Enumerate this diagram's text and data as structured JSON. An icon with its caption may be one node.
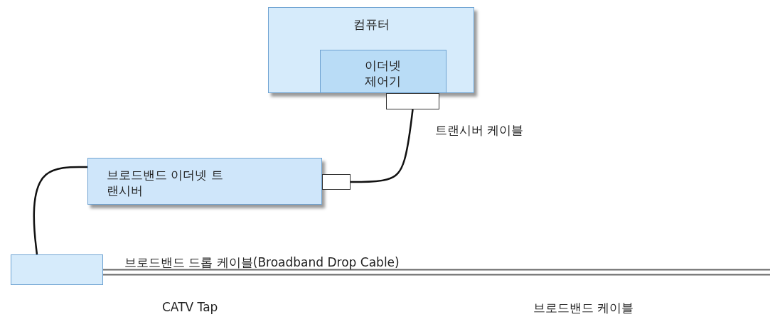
{
  "diagram": {
    "nodes": [
      {
        "text": [
          "컴퓨터"
        ]
      },
      {
        "text": [
          "이더넷 제어기"
        ],
        "in": 0
      },
      {
        "text": [],
        "shape": "box"
      },
      {
        "text": [
          "브로드밴드 이더넷 트랜시버"
        ]
      },
      {
        "text": [],
        "shape": "box"
      },
      {
        "text": [],
        "shape": "box"
      }
    ],
    "edges": [
      {
        "from": 2,
        "to": 4,
        "arrow": "none",
        "label": "트랜시버 케이블"
      },
      {
        "from": 3,
        "to": 5,
        "arrow": "none"
      },
      {
        "from": 5,
        "to": null,
        "arrow": "none",
        "style": "thick"
      }
    ],
    "labels": [
      "브로드밴드 드롭 케이블(Broadband Drop Cable)",
      "CATV Tap",
      "브로드밴드 케이블"
    ]
  }
}
